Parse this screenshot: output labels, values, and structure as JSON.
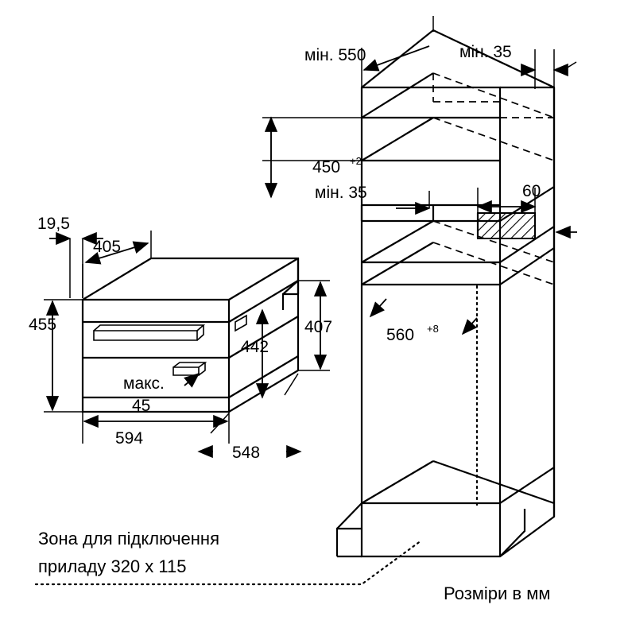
{
  "diagram": {
    "title": "Built-in oven installation dimensions drawing",
    "units_caption": "Розміри в мм",
    "connection_zone_caption_line1": "Зона для підключення",
    "connection_zone_caption_line2": "приладу 320 х 115",
    "appliance_dimensions": {
      "depth_front_panel": "19,5",
      "depth_top": "405",
      "height_left": "455",
      "height_right_inner": "442",
      "height_right_outer": "407",
      "width_front": "594",
      "depth_bottom": "548",
      "max_label": "макс.",
      "max_value": "45"
    },
    "niche_dimensions": {
      "min_depth_label": "мін. 550",
      "min_gap_top_right_label": "мін. 35",
      "opening_height": "450",
      "opening_height_tolerance": "+2",
      "min_gap_middle_label": "мін. 35",
      "vent_depth": "60",
      "niche_width": "560",
      "niche_width_tolerance": "+8"
    }
  }
}
